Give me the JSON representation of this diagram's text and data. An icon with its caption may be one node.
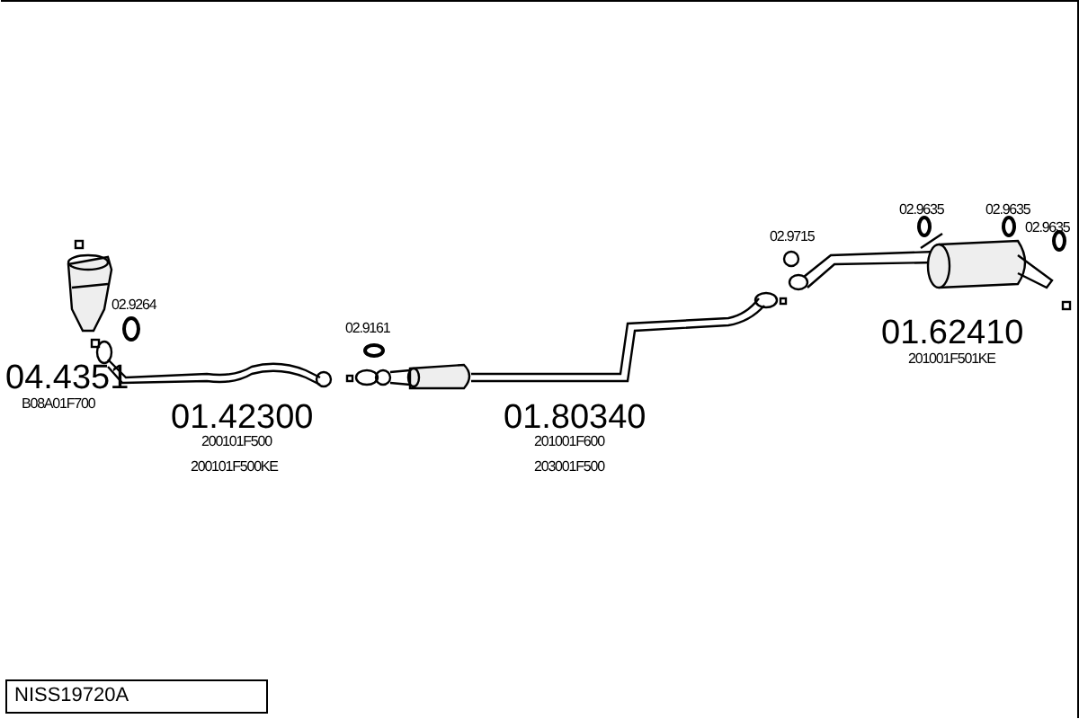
{
  "diagram": {
    "labels": [
      "02.9635",
      "02.9635",
      "02.9635",
      "02.9715",
      "02.9264",
      "02.9161",
      "04.4351",
      "B08A01F700",
      "01.42300",
      "200101F500",
      "200101F500KE",
      "01.80340",
      "201001F600",
      "203001F500",
      "01.62410",
      "201001F501KE",
      "NISS19720A"
    ]
  }
}
